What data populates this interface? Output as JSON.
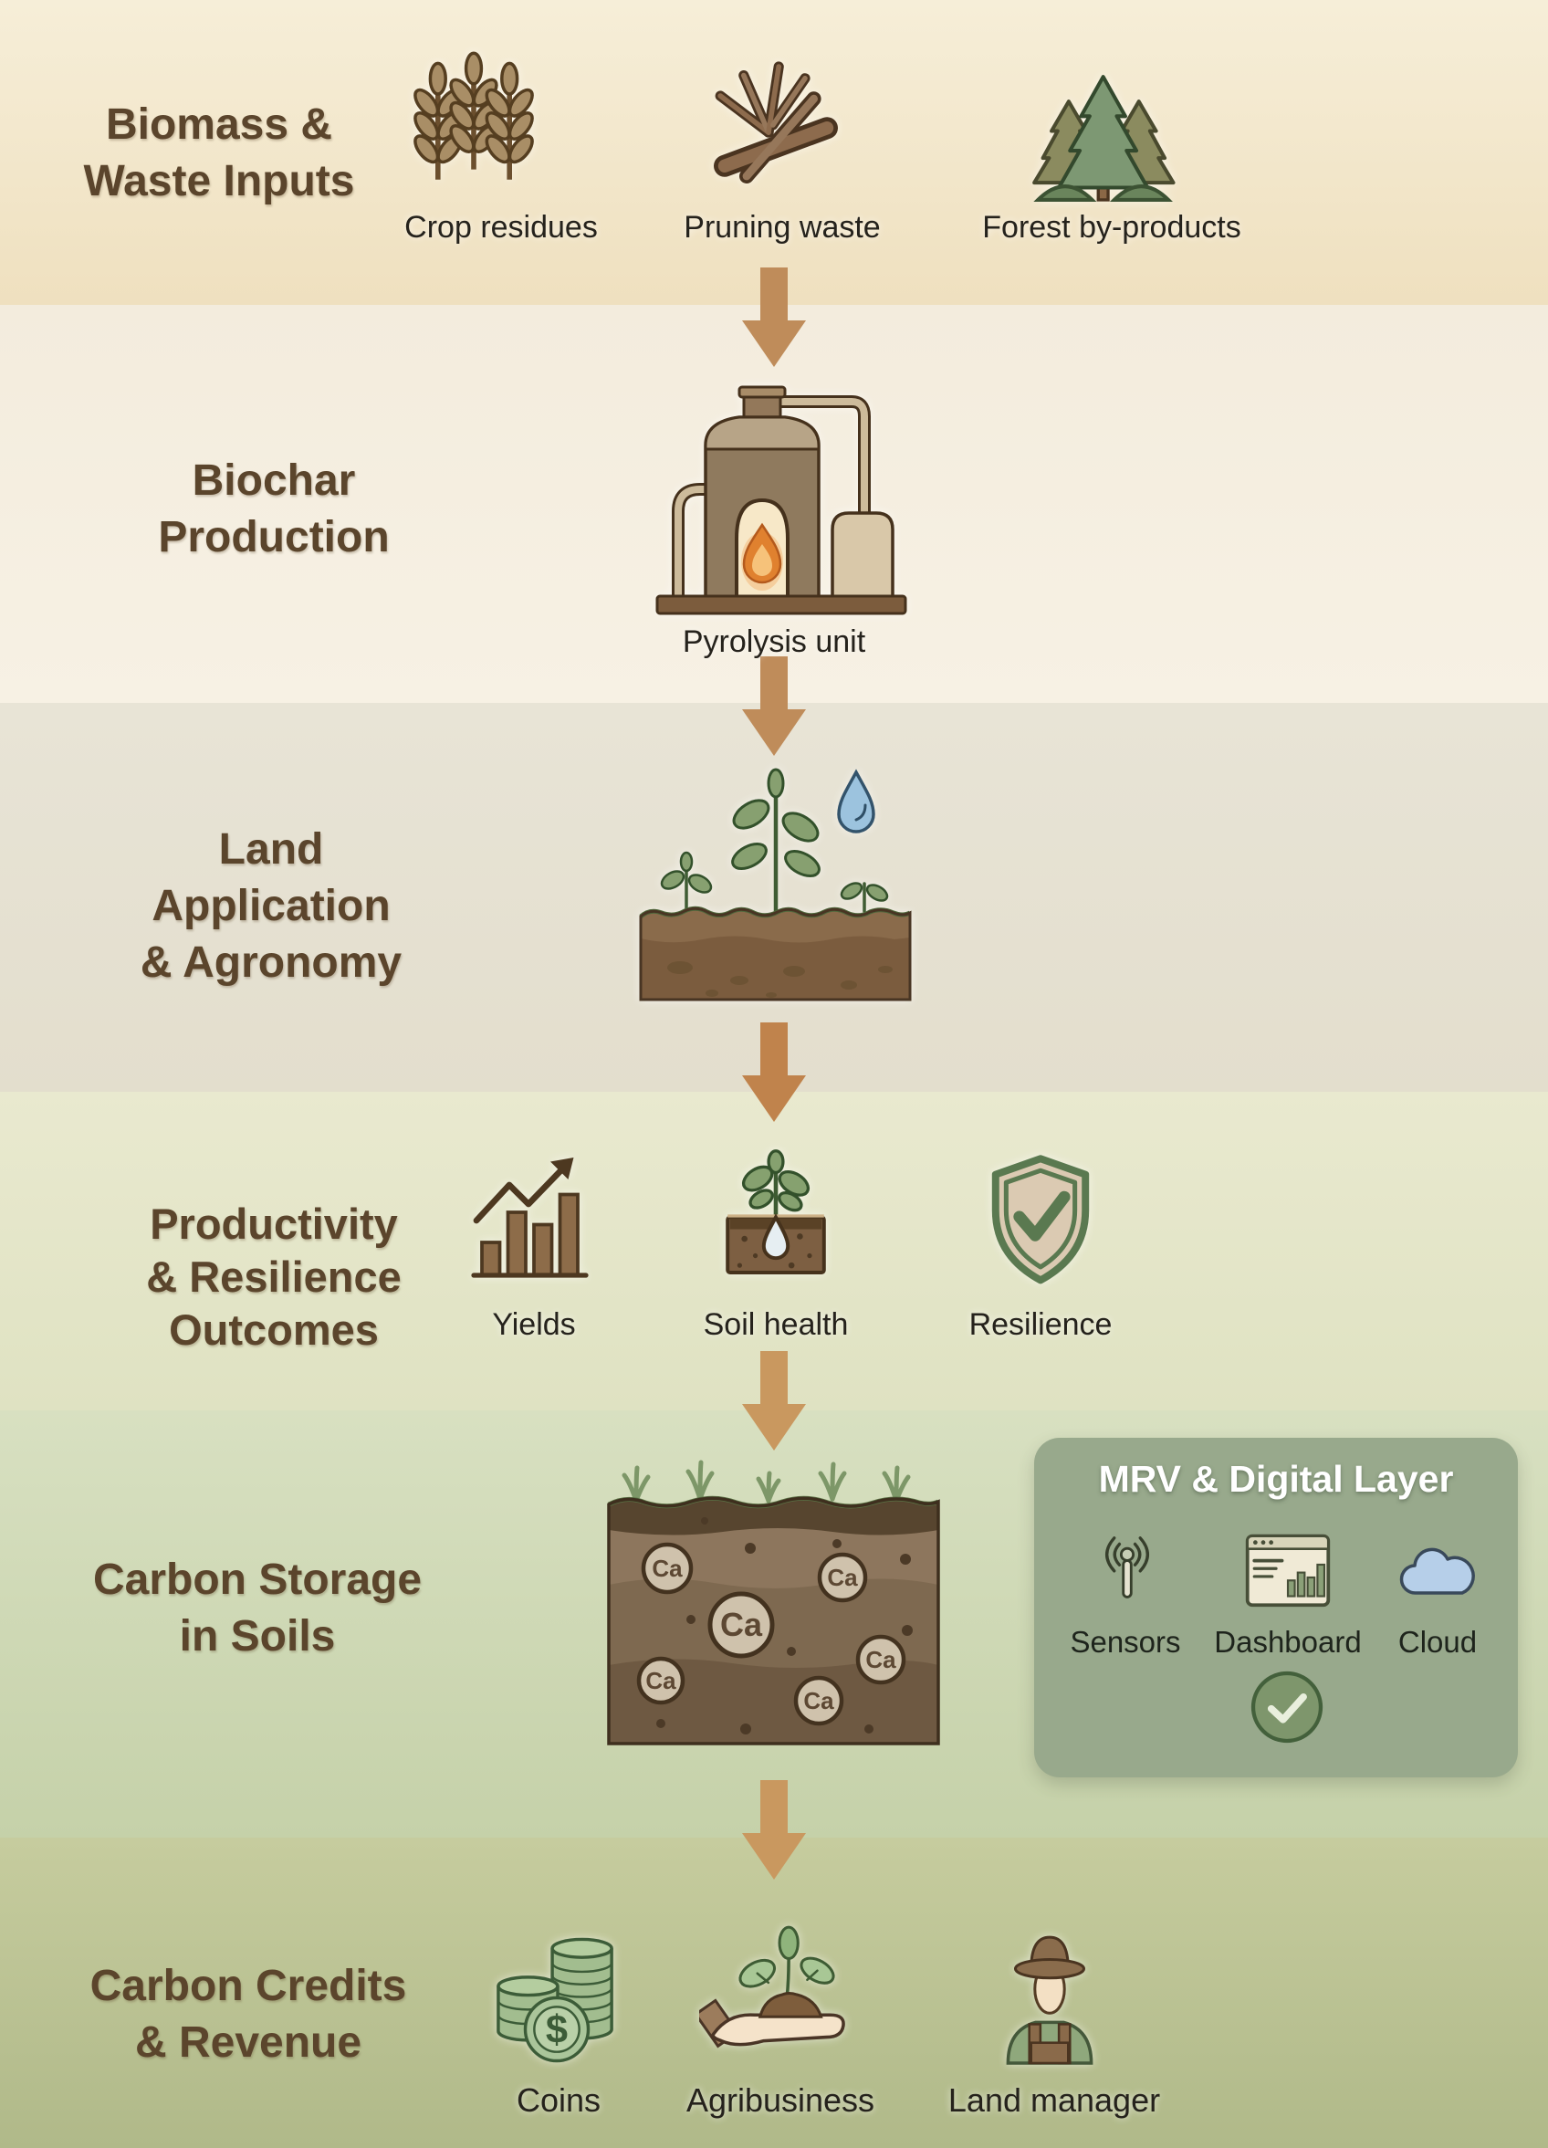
{
  "stages": [
    {
      "name": "Biomass & Waste Inputs",
      "title_lines": [
        "Biomass &",
        "Waste Inputs"
      ],
      "items": [
        {
          "label": "Crop residues",
          "icon": "wheat-icon"
        },
        {
          "label": "Pruning waste",
          "icon": "branches-icon"
        },
        {
          "label": "Forest by-products",
          "icon": "pine-trees-icon"
        }
      ]
    },
    {
      "name": "Biochar Production",
      "title_lines": [
        "Biochar",
        "Production"
      ],
      "items": [
        {
          "label": "Pyrolysis unit",
          "icon": "pyrolysis-kiln-icon"
        }
      ]
    },
    {
      "name": "Land Application & Agronomy",
      "title_lines": [
        "Land",
        "Application",
        "& Agronomy"
      ],
      "items": [
        {
          "label": "",
          "icon": "soil-plants-water-icon"
        }
      ]
    },
    {
      "name": "Productivity & Resilience Outcomes",
      "title_lines": [
        "Productivity",
        "& Resilience",
        "Outcomes"
      ],
      "items": [
        {
          "label": "Yields",
          "icon": "bar-chart-growth-icon"
        },
        {
          "label": "Soil health",
          "icon": "soil-health-icon"
        },
        {
          "label": "Resilience",
          "icon": "shield-check-icon"
        }
      ]
    },
    {
      "name": "Carbon Storage in Soils",
      "title_lines": [
        "Carbon Storage",
        "in Soils"
      ],
      "soil_markers": [
        "Ca",
        "Ca",
        "Ca",
        "Ca",
        "Ca",
        "Ca"
      ],
      "mrv_panel": {
        "title": "MRV & Digital Layer",
        "items": [
          {
            "label": "Sensors",
            "icon": "antenna-icon"
          },
          {
            "label": "Dashboard",
            "icon": "dashboard-icon"
          },
          {
            "label": "Cloud",
            "icon": "cloud-icon"
          }
        ]
      }
    },
    {
      "name": "Carbon Credits & Revenue",
      "title_lines": [
        "Carbon Credits",
        "& Revenue"
      ],
      "coin_symbol": "$",
      "items": [
        {
          "label": "Coins",
          "icon": "coins-icon"
        },
        {
          "label": "Agribusiness",
          "icon": "hand-sprout-icon"
        },
        {
          "label": "Land manager",
          "icon": "farmer-icon"
        }
      ]
    }
  ],
  "colors": {
    "band1": "#f3e8cd",
    "band2": "#f5efe1",
    "band3": "#e6e1d2",
    "band4": "#e5e6c9",
    "band5": "#cfd9b6",
    "band6": "#bcc495",
    "arrow": "#bf8c5a",
    "title_text": "#5b452c",
    "label_text": "#25221c",
    "panel_bg": "#98a98c",
    "panel_title_text": "#ffffff"
  }
}
